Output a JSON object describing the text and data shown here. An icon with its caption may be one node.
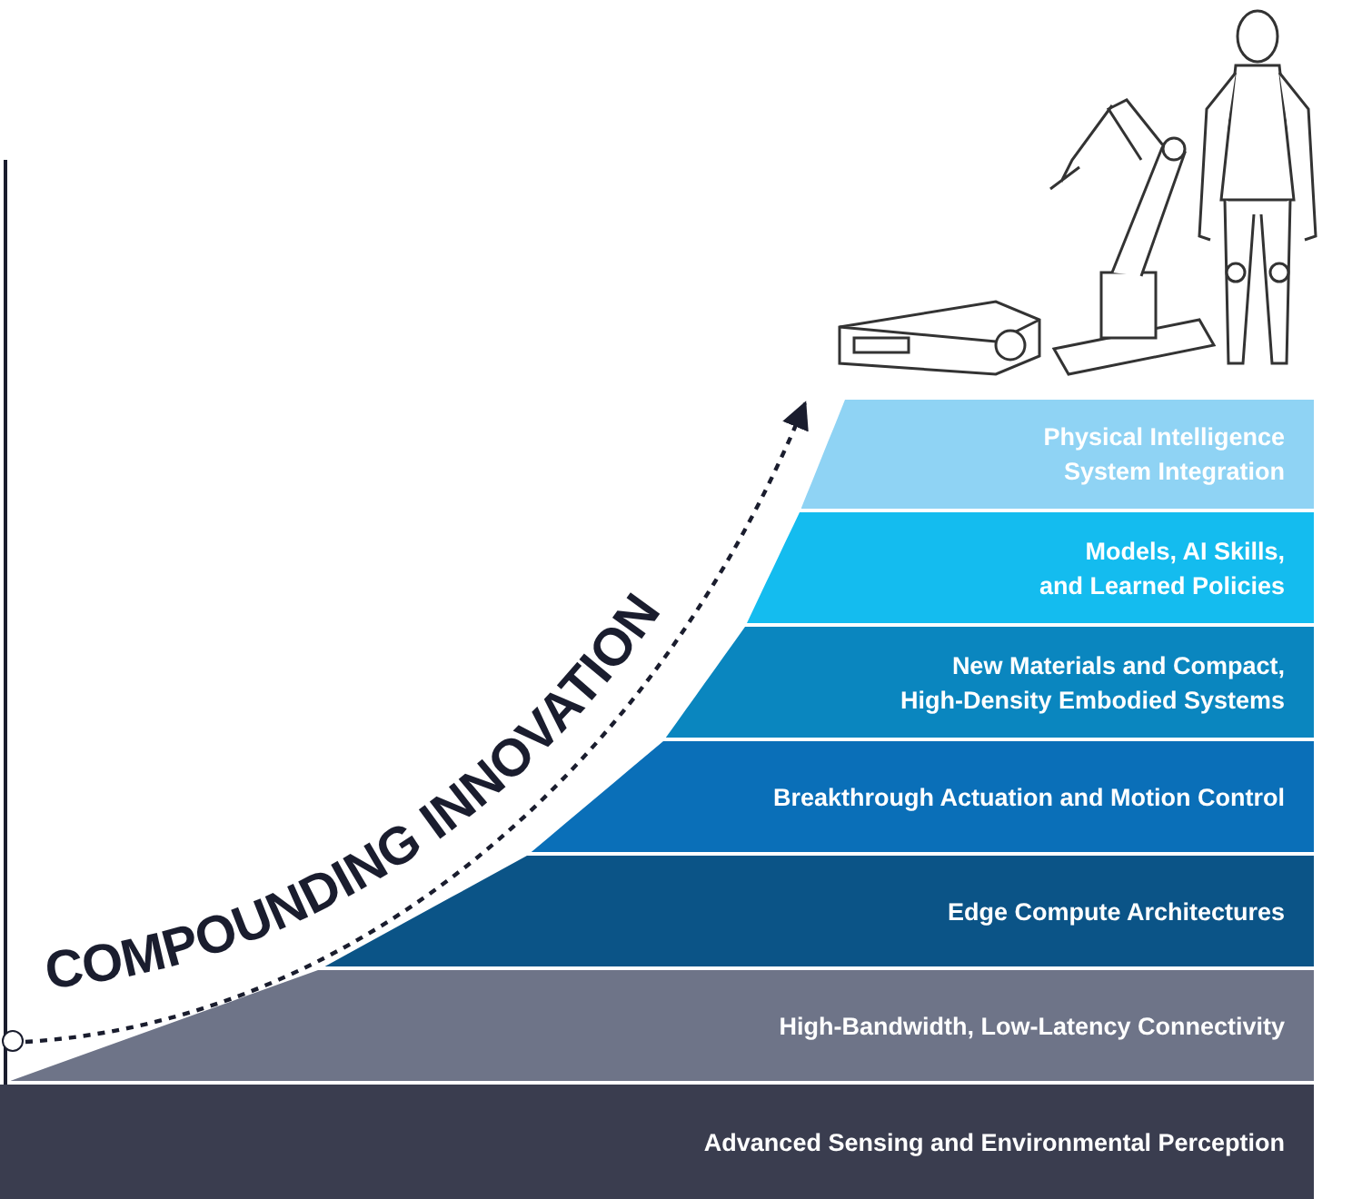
{
  "diagram": {
    "nodes": [
      {
        "text": [
          "Physical Intelligence System Integration"
        ]
      },
      {
        "text": [
          "Models, AI Skills, and Learned Policies"
        ]
      },
      {
        "text": [
          "New Materials and Compact, High-Density Embodied Systems"
        ]
      },
      {
        "text": [
          "Breakthrough Actuation and Motion Control"
        ]
      },
      {
        "text": [
          "Edge Compute Architectures"
        ]
      },
      {
        "text": [
          "High-Bandwidth, Low-Latency Connectivity"
        ]
      },
      {
        "text": [
          "Advanced Sensing and Environmental Perception"
        ]
      },
      {
        "text": [],
        "shape": "circle"
      }
    ],
    "edges": [
      {
        "from": 7,
        "to": 0,
        "arrow": "to",
        "style": "dashed"
      }
    ],
    "labels": [
      "COMPOUNDING INNOVATION"
    ]
  }
}
